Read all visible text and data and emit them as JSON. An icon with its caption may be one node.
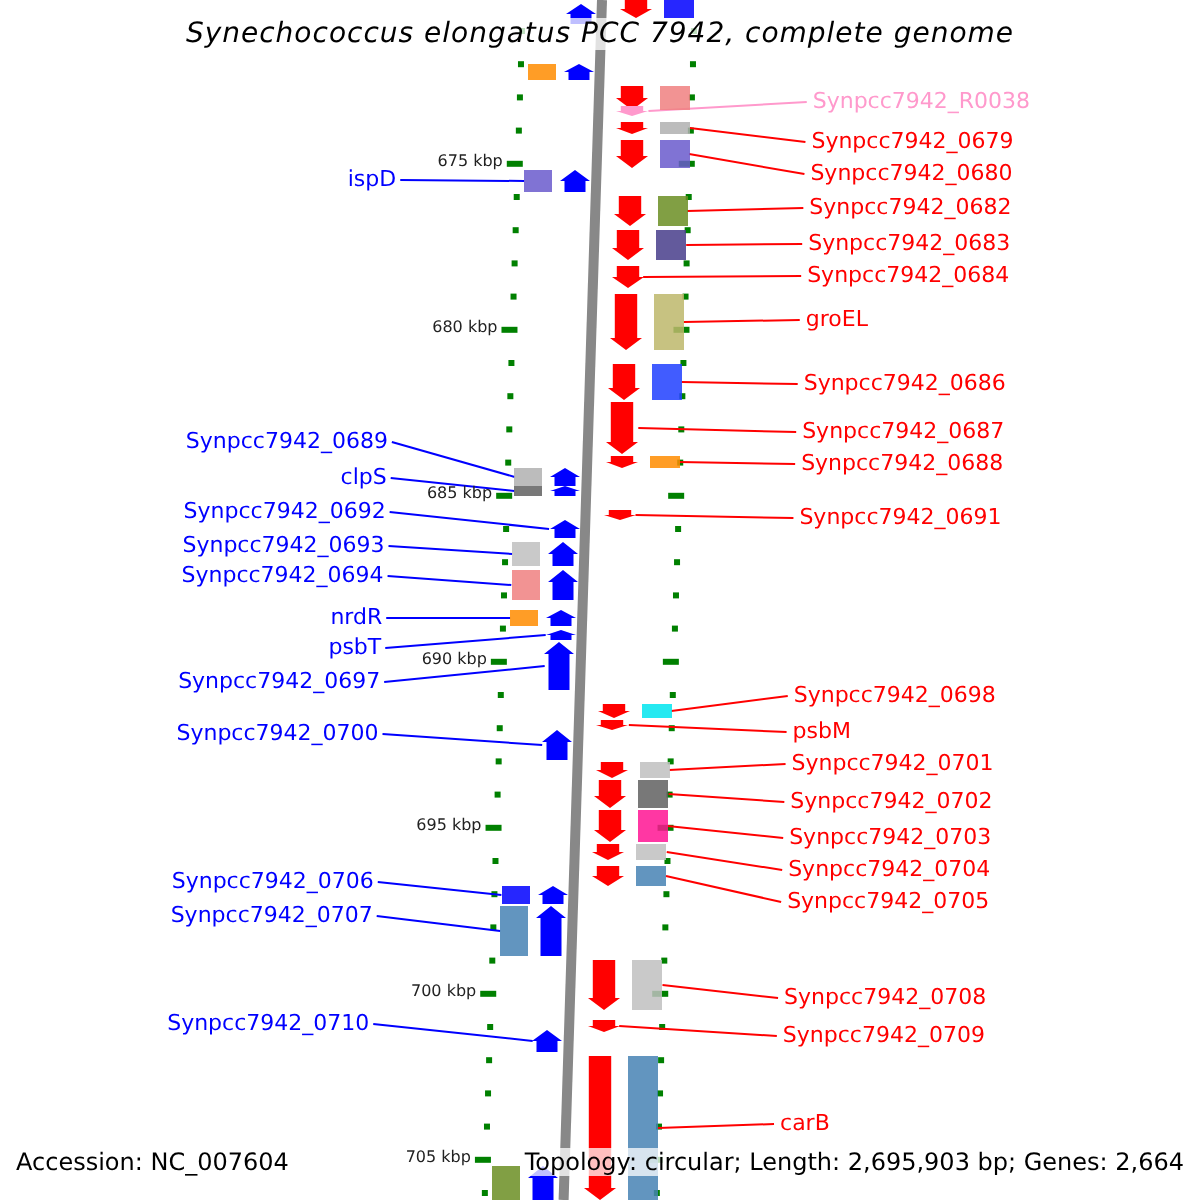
{
  "diagram": {
    "title": "Synechococcus elongatus PCC 7942, complete genome",
    "nodes": [
      {
        "text": [
          "Synpcc7942_R0038"
        ]
      },
      {
        "text": [
          "Synpcc7942_0679"
        ]
      },
      {
        "text": [
          "Synpcc7942_0680"
        ]
      },
      {
        "text": [
          "ispD"
        ]
      },
      {
        "text": [
          "Synpcc7942_0682"
        ]
      },
      {
        "text": [
          "Synpcc7942_0683"
        ]
      },
      {
        "text": [
          "Synpcc7942_0684"
        ]
      },
      {
        "text": [
          "groEL"
        ]
      },
      {
        "text": [
          "Synpcc7942_0686"
        ]
      },
      {
        "text": [
          "Synpcc7942_0687"
        ]
      },
      {
        "text": [
          "Synpcc7942_0689"
        ]
      },
      {
        "text": [
          "Synpcc7942_0688"
        ]
      },
      {
        "text": [
          "clpS"
        ]
      },
      {
        "text": [
          "Synpcc7942_0692"
        ]
      },
      {
        "text": [
          "Synpcc7942_0691"
        ]
      },
      {
        "text": [
          "Synpcc7942_0693"
        ]
      },
      {
        "text": [
          "Synpcc7942_0694"
        ]
      },
      {
        "text": [
          "nrdR"
        ]
      },
      {
        "text": [
          "psbT"
        ]
      },
      {
        "text": [
          "Synpcc7942_0697"
        ]
      },
      {
        "text": [
          "Synpcc7942_0698"
        ]
      },
      {
        "text": [
          "psbM"
        ]
      },
      {
        "text": [
          "Synpcc7942_0700"
        ]
      },
      {
        "text": [
          "Synpcc7942_0701"
        ]
      },
      {
        "text": [
          "Synpcc7942_0702"
        ]
      },
      {
        "text": [
          "Synpcc7942_0703"
        ]
      },
      {
        "text": [
          "Synpcc7942_0704"
        ]
      },
      {
        "text": [
          "Synpcc7942_0706"
        ]
      },
      {
        "text": [
          "Synpcc7942_0705"
        ]
      },
      {
        "text": [
          "Synpcc7942_0707"
        ]
      },
      {
        "text": [
          "Synpcc7942_0708"
        ]
      },
      {
        "text": [
          "Synpcc7942_0710"
        ]
      },
      {
        "text": [
          "Synpcc7942_0709"
        ]
      },
      {
        "text": [
          "carB"
        ]
      },
      {
        "text": [],
        "shape": "arrow"
      },
      {
        "text": [],
        "shape": "arrow"
      },
      {
        "text": [],
        "shape": "arrow"
      },
      {
        "text": [],
        "shape": "arrow"
      },
      {
        "text": [],
        "shape": "arrow"
      },
      {
        "text": [],
        "shape": "arrow"
      },
      {
        "text": [],
        "shape": "arrow"
      },
      {
        "text": [],
        "shape": "arrow"
      },
      {
        "text": [],
        "shape": "arrow"
      },
      {
        "text": [],
        "shape": "arrow"
      },
      {
        "text": [],
        "shape": "arrow"
      },
      {
        "text": [],
        "shape": "arrow"
      },
      {
        "text": [],
        "shape": "arrow"
      },
      {
        "text": [],
        "shape": "arrow"
      },
      {
        "text": [],
        "shape": "arrow"
      },
      {
        "text": [],
        "shape": "arrow"
      },
      {
        "text": [],
        "shape": "arrow"
      },
      {
        "text": [],
        "shape": "arrow"
      },
      {
        "text": [],
        "shape": "arrow"
      },
      {
        "text": [],
        "shape": "arrow"
      },
      {
        "text": [],
        "shape": "arrow"
      },
      {
        "text": [],
        "shape": "arrow"
      },
      {
        "text": [],
        "shape": "arrow"
      },
      {
        "text": [],
        "shape": "arrow"
      },
      {
        "text": [],
        "shape": "arrow"
      },
      {
        "text": [],
        "shape": "arrow"
      },
      {
        "text": [],
        "shape": "arrow"
      },
      {
        "text": [],
        "shape": "arrow"
      },
      {
        "text": [],
        "shape": "arrow"
      },
      {
        "text": [],
        "shape": "arrow"
      },
      {
        "text": [],
        "shape": "arrow"
      },
      {
        "text": [],
        "shape": "arrow"
      },
      {
        "text": [],
        "shape": "arrow"
      },
      {
        "text": [],
        "shape": "arrow"
      },
      {
        "text": [],
        "shape": "arrow"
      },
      {
        "text": [],
        "shape": "arrow"
      },
      {
        "text": [],
        "shape": "arrow"
      },
      {
        "text": [],
        "shape": "arrow"
      },
      {
        "text": [],
        "shape": "arrow"
      }
    ],
    "edges": [
      {
        "from": 0,
        "to": 38,
        "arrow": "none",
        "color": "#ff99cc"
      },
      {
        "from": 1,
        "to": 39,
        "arrow": "none"
      },
      {
        "from": 2,
        "to": 40,
        "arrow": "none"
      },
      {
        "from": 3,
        "to": 41,
        "arrow": "none",
        "color": "#0000ff"
      },
      {
        "from": 4,
        "to": 42,
        "arrow": "none"
      },
      {
        "from": 5,
        "to": 43,
        "arrow": "none"
      },
      {
        "from": 6,
        "to": 44,
        "arrow": "none"
      },
      {
        "from": 7,
        "to": 45,
        "arrow": "none"
      },
      {
        "from": 8,
        "to": 46,
        "arrow": "none"
      },
      {
        "from": 9,
        "to": 47,
        "arrow": "none"
      },
      {
        "from": 10,
        "to": 49,
        "arrow": "none",
        "color": "#0000ff"
      },
      {
        "from": 11,
        "to": 48,
        "arrow": "none"
      },
      {
        "from": 12,
        "to": 50,
        "arrow": "none",
        "color": "#0000ff"
      },
      {
        "from": 13,
        "to": 52,
        "arrow": "none",
        "color": "#0000ff"
      },
      {
        "from": 14,
        "to": 51,
        "arrow": "none"
      },
      {
        "from": 15,
        "to": 53,
        "arrow": "none",
        "color": "#0000ff"
      },
      {
        "from": 16,
        "to": 54,
        "arrow": "none",
        "color": "#0000ff"
      },
      {
        "from": 17,
        "to": 55,
        "arrow": "none",
        "color": "#0000ff"
      },
      {
        "from": 18,
        "to": 56,
        "arrow": "none",
        "color": "#0000ff"
      },
      {
        "from": 19,
        "to": 57,
        "arrow": "none",
        "color": "#0000ff"
      },
      {
        "from": 20,
        "to": 58,
        "arrow": "none"
      },
      {
        "from": 21,
        "to": 59,
        "arrow": "none"
      },
      {
        "from": 22,
        "to": 60,
        "arrow": "none",
        "color": "#0000ff"
      },
      {
        "from": 23,
        "to": 61,
        "arrow": "none"
      },
      {
        "from": 24,
        "to": 62,
        "arrow": "none"
      },
      {
        "from": 25,
        "to": 63,
        "arrow": "none"
      },
      {
        "from": 26,
        "to": 64,
        "arrow": "none"
      },
      {
        "from": 27,
        "to": 66,
        "arrow": "none",
        "color": "#0000ff"
      },
      {
        "from": 28,
        "to": 65,
        "arrow": "none"
      },
      {
        "from": 29,
        "to": 67,
        "arrow": "none",
        "color": "#0000ff"
      },
      {
        "from": 30,
        "to": 68,
        "arrow": "none"
      },
      {
        "from": 31,
        "to": 70,
        "arrow": "none",
        "color": "#0000ff"
      },
      {
        "from": 32,
        "to": 69,
        "arrow": "none"
      },
      {
        "from": 33,
        "to": 71,
        "arrow": "none"
      }
    ],
    "labels": [
      "675 kbp",
      "680 kbp",
      "685 kbp",
      "690 kbp",
      "695 kbp",
      "700 kbp",
      "705 kbp",
      "Accession: NC_007604",
      "Topology: circular; Length: 2,695,903 bp; Genes: 2,664"
    ]
  }
}
